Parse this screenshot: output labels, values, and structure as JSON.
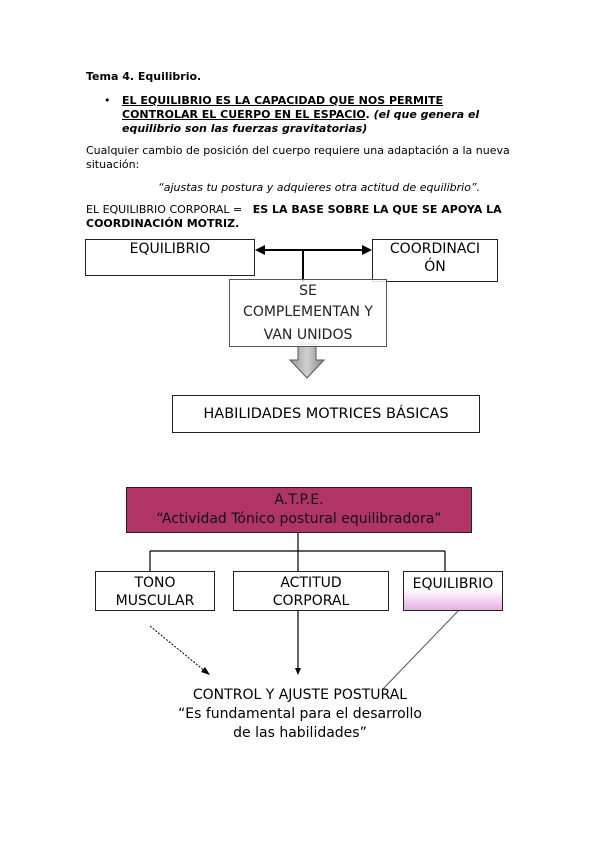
{
  "heading": "Tema 4. Equilibrio.",
  "bullet": {
    "marker": "•",
    "line1": "EL EQUILIBRIO ES LA CAPACIDAD QUE NOS PERMITE",
    "line2_underlined": "CONTROLAR EL CUERPO EN EL ESPACIO",
    "line2_rest": ". ",
    "line2_italic": "(el que genera el",
    "line3_italic": "equilibrio son las fuerzas gravitatorias)"
  },
  "paragraph": {
    "line1": "Cualquier cambio de posición del cuerpo requiere una adaptación a la nueva",
    "line2": "situación:"
  },
  "quote": "“ajustas tu postura y adquieres otra actitud de equilibrio”.",
  "definition": {
    "lead": "EL EQUILIBRIO CORPORAL  =",
    "bold1": "ES LA BASE SOBRE LA QUE SE APOYA LA",
    "bold2": "COORDINACIÓN MOTRIZ."
  },
  "diagram1": {
    "box_left": "EQUILIBRIO",
    "box_right_line1": "COORDINACI",
    "box_right_line2": "ÓN",
    "center_line1": "SE",
    "center_line2": "COMPLEMENTAN Y",
    "center_line3": "VAN UNIDOS",
    "result": "HABILIDADES MOTRICES BÁSICAS"
  },
  "diagram2": {
    "top_line1": "A.T.P.E.",
    "top_line2": "“Actividad Tónico postural equilibradora”",
    "child1_line1": "TONO",
    "child1_line2": "MUSCULAR",
    "child2_line1": "ACTITUD",
    "child2_line2": "CORPORAL",
    "child3": "EQUILIBRIO",
    "bottom_line1": "CONTROL Y AJUSTE POSTURAL",
    "bottom_line2": "“Es fundamental para el desarrollo",
    "bottom_line3": "de las habilidades”"
  },
  "colors": {
    "atpe_fill": "#b03566",
    "equilibrio_gradient": "#e9b8e6"
  }
}
